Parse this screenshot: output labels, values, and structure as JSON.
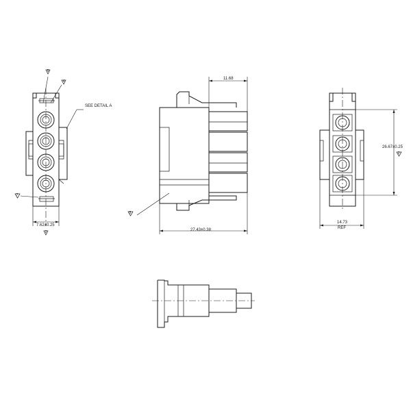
{
  "callouts": {
    "see_detail": "SEE DETAIL A",
    "balloon_top_a": "5",
    "balloon_top_b": "4",
    "balloon_left": "7",
    "balloon_front_bottom": "2",
    "balloon_side": "5",
    "balloon_rear": "2"
  },
  "dimensions": {
    "pitch": "7.62±0.25",
    "width_top": "11.68",
    "length": "27.43±0.38",
    "height": "26.67±0.25",
    "rear_width": "14.73",
    "rear_width_note": "REF"
  }
}
